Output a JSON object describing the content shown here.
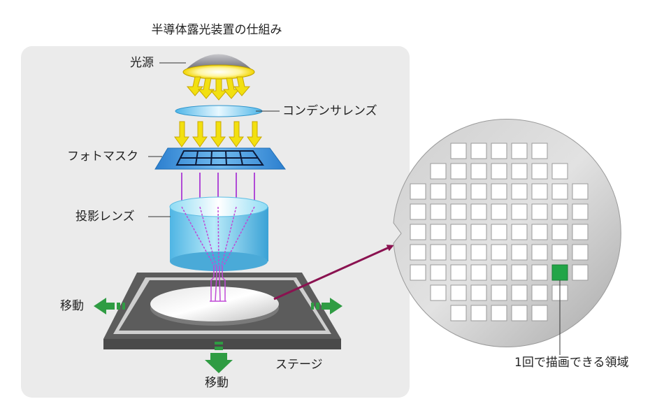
{
  "title": "半導体露光装置の仕組み",
  "labels": {
    "light_source": "光源",
    "condenser_lens": "コンデンサレンズ",
    "photomask": "フォトマスク",
    "projection_lens": "投影レンズ",
    "move_left": "移動",
    "move_bottom": "移動",
    "stage": "ステージ",
    "single_exposure_area": "1回で描画できる領域"
  },
  "colors": {
    "panel_bg": "#ebebeb",
    "light_arrow": "#f2e010",
    "mask_blue": "#3a8fd6",
    "lens_cyan": "#7cd3ee",
    "beam_magenta": "#b04ad6",
    "move_arrow_green": "#2f9c43",
    "pointer_arrow": "#8a1250",
    "highlight_die": "#22a548",
    "wafer_gray": "#b9b9b9"
  }
}
